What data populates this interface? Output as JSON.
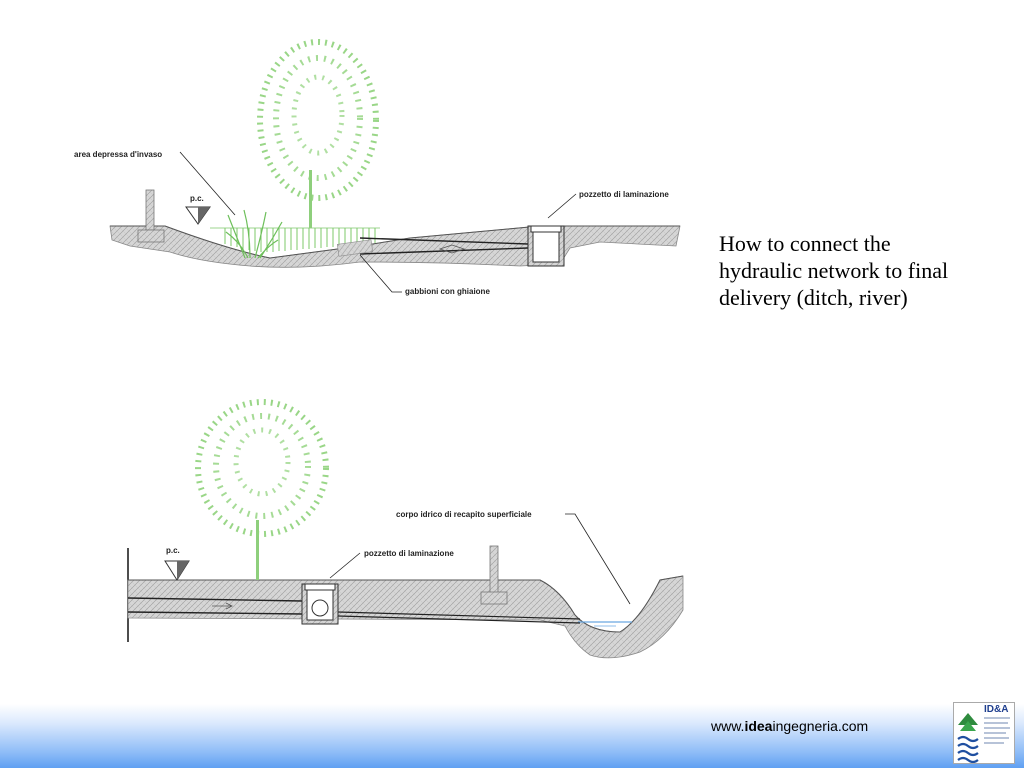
{
  "top_diagram": {
    "label_area": "area depressa d'invaso",
    "label_pc": "p.c.",
    "label_pozzetto": "pozzetto di laminazione",
    "label_gabbioni": "gabbioni con ghiaione"
  },
  "bottom_diagram": {
    "label_pc": "p.c.",
    "label_pozzetto": "pozzetto di laminazione",
    "label_corpo": "corpo idrico di recapito superficiale"
  },
  "side_text": "How to connect the hydraulic network to final delivery (ditch, river)",
  "footer": {
    "url_prefix": "www.",
    "url_bold": "idea",
    "url_suffix": "ingegneria.com",
    "logo_text": "ID&A"
  },
  "colors": {
    "tree_green": "#7cc86a",
    "footer_blue": "#5fa0f2",
    "ground_grey": "#cfcfcf"
  }
}
